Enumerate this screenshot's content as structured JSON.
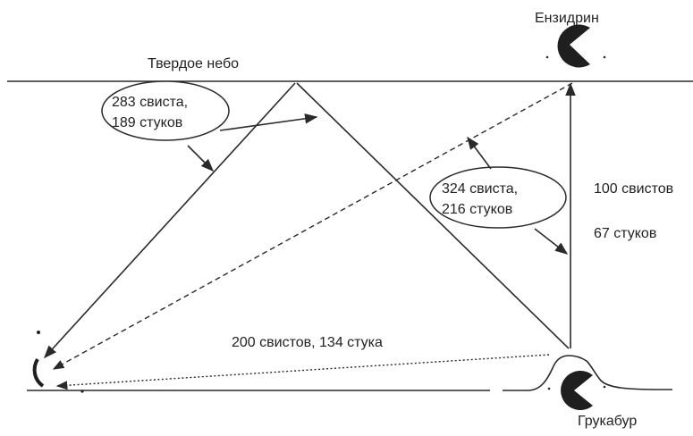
{
  "diagram": {
    "sky_label": "Твердое небо",
    "top_planet_label": "Ензидрин",
    "bottom_planet_label": "Грукабур",
    "oval_left": {
      "line1": "283 свиста,",
      "line2": "189 стуков"
    },
    "oval_middle": {
      "line1": "324  свиста,",
      "line2": "216 стуков"
    },
    "vertical_label_1": "100 свистов",
    "vertical_label_2": "67 стуков",
    "bottom_label": "200 свистов,  134 стука"
  }
}
